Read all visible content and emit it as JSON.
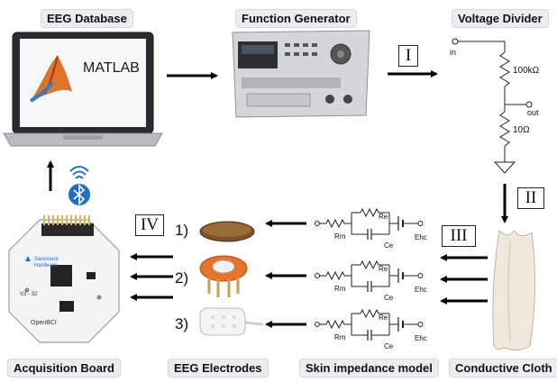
{
  "blocks": {
    "eeg_database": "EEG Database",
    "function_generator": "Function Generator",
    "voltage_divider": "Voltage Divider",
    "conductive_cloth": "Conductive Cloth",
    "skin_impedance_model": "Skin impedance model",
    "eeg_electrodes": "EEG Electrodes",
    "acquisition_board": "Acquisition Board"
  },
  "stages": {
    "s1": "I",
    "s2": "II",
    "s3": "III",
    "s4": "IV"
  },
  "laptop_logo": "MATLAB",
  "divider": {
    "in": "in",
    "out": "out",
    "r1": "100kΩ",
    "r2": "10Ω"
  },
  "circuit": {
    "rm": "Rm",
    "re": "Re",
    "ce": "Ce",
    "ehc": "Ehc"
  },
  "electrodes": [
    "1)",
    "2)",
    "3)"
  ],
  "board": {
    "brand_line1": "Sanscene",
    "brand_line2": "Hardware",
    "version": "V3 - 32",
    "logo": "OpenBCI"
  },
  "colors": {
    "label_bg": "#eaeef2",
    "bluetooth": "#1f6fc4",
    "matlab_orange": "#e0732a"
  }
}
